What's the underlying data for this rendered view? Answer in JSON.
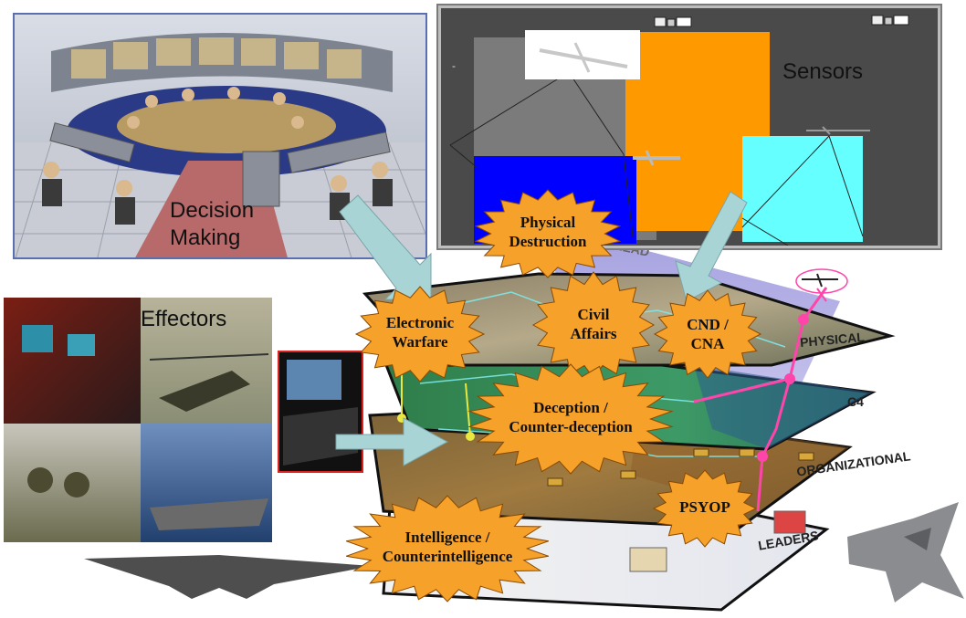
{
  "decision_panel": {
    "label_line1": "Decision",
    "label_line2": "Making"
  },
  "sensors_panel": {
    "label": "Sensors",
    "dash": "-"
  },
  "effectors_panel": {
    "label": "Effectors"
  },
  "layers": {
    "physical": "PHYSICAL",
    "c4": "C4",
    "organizational": "ORGANIZATIONAL",
    "leaders": "LEADERS",
    "top_partial": "READ"
  },
  "bursts": {
    "physical_destruction": [
      "Physical",
      "Destruction"
    ],
    "electronic_warfare": [
      "Electronic",
      "Warfare"
    ],
    "civil_affairs": [
      "Civil",
      "Affairs"
    ],
    "cnd_cna": [
      "CND /",
      "CNA"
    ],
    "deception": [
      "Deception /",
      "Counter-deception"
    ],
    "psyop": [
      "PSYOP"
    ],
    "intelligence": [
      "Intelligence /",
      "Counterintelligence"
    ]
  },
  "colors": {
    "burst_fill": "#f6a12a",
    "burst_stroke": "#8a4a00",
    "arrow_fill": "#a9d4d6",
    "sensor_blue": "#0000ff",
    "sensor_orange": "#ff9900",
    "sensor_cyan": "#66ffff",
    "pink_link": "#ff44aa"
  }
}
